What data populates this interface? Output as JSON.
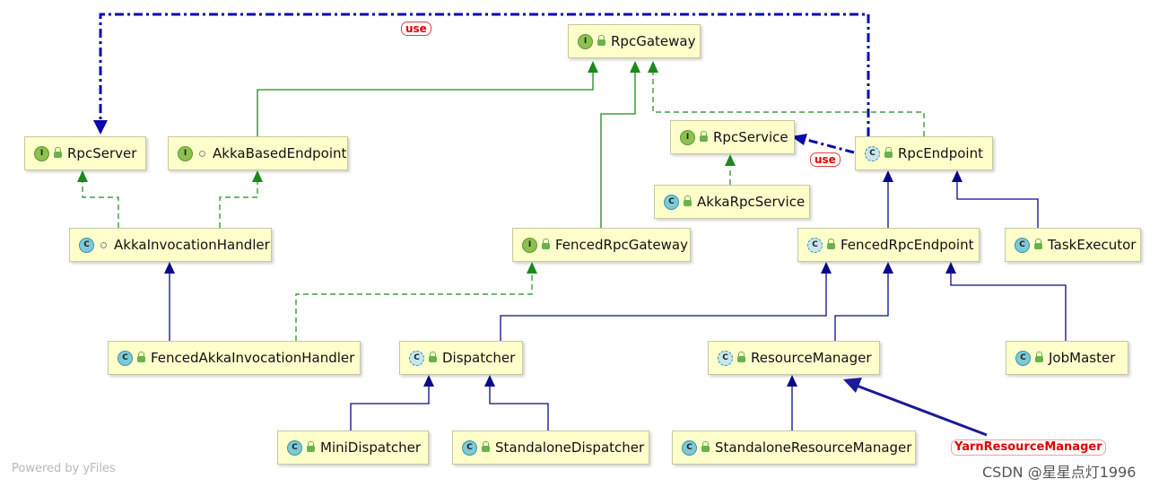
{
  "nodes": {
    "rpc_gateway": {
      "label": "RpcGateway",
      "kind": "interface"
    },
    "rpc_server": {
      "label": "RpcServer",
      "kind": "interface"
    },
    "akka_based_endpoint": {
      "label": "AkkaBasedEndpoint",
      "kind": "interface"
    },
    "rpc_service": {
      "label": "RpcService",
      "kind": "interface"
    },
    "rpc_endpoint": {
      "label": "RpcEndpoint",
      "kind": "abstract-class"
    },
    "akka_rpc_service": {
      "label": "AkkaRpcService",
      "kind": "class"
    },
    "akka_invocation_handler": {
      "label": "AkkaInvocationHandler",
      "kind": "class"
    },
    "fenced_rpc_gateway": {
      "label": "FencedRpcGateway",
      "kind": "interface"
    },
    "fenced_rpc_endpoint": {
      "label": "FencedRpcEndpoint",
      "kind": "abstract-class"
    },
    "task_executor": {
      "label": "TaskExecutor",
      "kind": "class"
    },
    "fenced_akka_invocation_handler": {
      "label": "FencedAkkaInvocationHandler",
      "kind": "class"
    },
    "dispatcher": {
      "label": "Dispatcher",
      "kind": "abstract-class"
    },
    "resource_manager": {
      "label": "ResourceManager",
      "kind": "abstract-class"
    },
    "job_master": {
      "label": "JobMaster",
      "kind": "class"
    },
    "mini_dispatcher": {
      "label": "MiniDispatcher",
      "kind": "class"
    },
    "standalone_dispatcher": {
      "label": "StandaloneDispatcher",
      "kind": "class"
    },
    "standalone_resource_manager": {
      "label": "StandaloneResourceManager",
      "kind": "class"
    }
  },
  "badges": {
    "interface": "I",
    "class": "C",
    "abstract": "C"
  },
  "edge_labels": {
    "use_top": "use",
    "use_service": "use"
  },
  "annotation": {
    "yarn_resource_manager": "YarnResourceManager"
  },
  "footer": {
    "powered_by": "Powered by yFiles",
    "csdn": "CSDN @星星点灯1996"
  },
  "colors": {
    "node_fill": "#ffffcc",
    "realization": "#1a8a1a",
    "inheritance": "#0a0a8a",
    "use": "#0a0aaa",
    "annotation": "#e00000"
  }
}
